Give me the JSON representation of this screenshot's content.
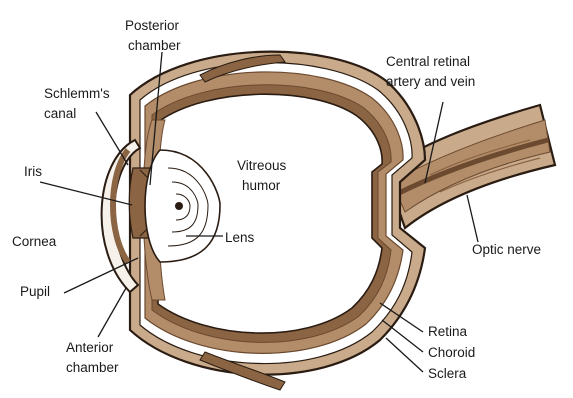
{
  "colors": {
    "sclera_band": "#c9ab8b",
    "tissue": "#b38d69",
    "dark_tissue": "#6b4a30",
    "iris": "#8a6443",
    "cornea_fill": "#f6f1ea",
    "outline": "#2a1c12",
    "leader": "#1a1a1a"
  },
  "labels": {
    "posterior_chamber": [
      "Posterior",
      "chamber"
    ],
    "schlemms_canal": [
      "Schlemm's",
      "canal"
    ],
    "central_retinal": [
      "Central retinal",
      "artery and vein"
    ],
    "iris": "Iris",
    "vitreous_humor": [
      "Vitreous",
      "humor"
    ],
    "cornea": "Cornea",
    "lens": "Lens",
    "optic_nerve": "Optic nerve",
    "pupil": "Pupil",
    "anterior_chamber": [
      "Anterior",
      "chamber"
    ],
    "retina": "Retina",
    "choroid": "Choroid",
    "sclera": "Sclera"
  }
}
